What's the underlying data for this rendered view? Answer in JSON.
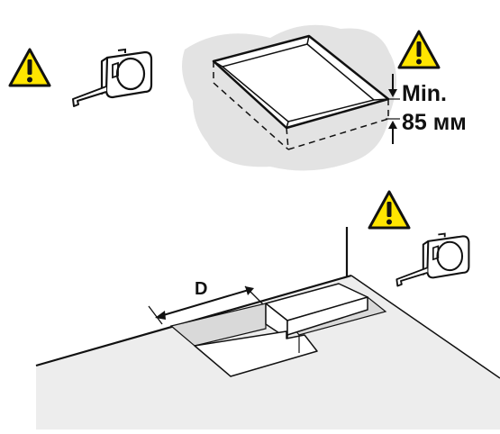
{
  "labels": {
    "min": "Min.",
    "depth": "85 мм",
    "distance": "D"
  },
  "icons": {
    "warning": "warning-triangle-icon",
    "tape": "tape-measure-icon"
  },
  "colors": {
    "warning_fill": "#FFE500",
    "outline": "#111111",
    "floor_shade": "#EDEDED",
    "blob": "#E3E3E3",
    "strip": "#D9D9D9"
  }
}
